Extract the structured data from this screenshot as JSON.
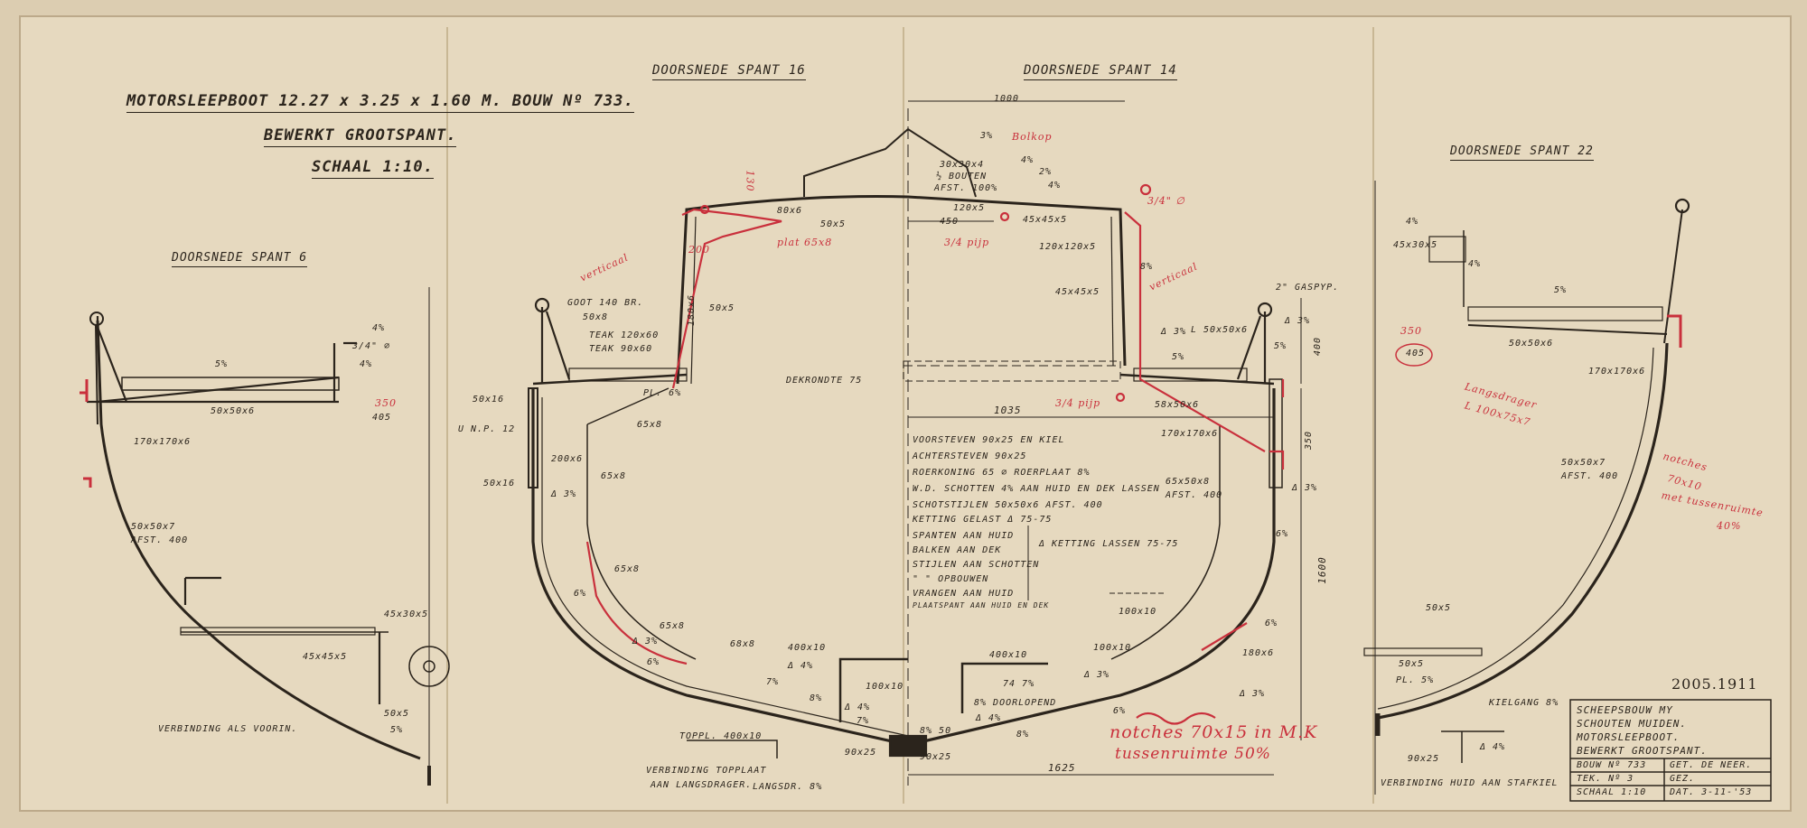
{
  "title": {
    "line1": "MOTORSLEEPBOOT 12.27 x 3.25 x 1.60 M. BOUW Nº 733.",
    "line2": "BEWERKT GROOTSPANT.",
    "line3": "SCHAAL 1:10."
  },
  "sections": {
    "spant6": "DOORSNEDE SPANT 6",
    "spant16": "DOORSNEDE SPANT 16",
    "spant14": "DOORSNEDE SPANT 14",
    "spant22": "DOORSNEDE SPANT 22"
  },
  "left_labels": {
    "l4mm": "4%",
    "l34": "3/4\" ∅",
    "l47": "4%",
    "l5": "5%",
    "l350": "350",
    "l405": "405",
    "l50x50x6": "50x50x6",
    "l170": "170x170x6",
    "l50x50x7": "50x50x7",
    "lafst": "AFST. 400",
    "l45x30": "45x30x5",
    "l45x45": "45x45x5",
    "l50x5": "50x5",
    "l5b": "5%",
    "verb": "VERBINDING ALS VOORIN."
  },
  "mid_labels": {
    "d1000": "1000",
    "d450": "450",
    "d1035": "1035",
    "d1625": "1625",
    "d1600": "1600",
    "d350": "350",
    "d400": "400",
    "bolkop": "Bolkop",
    "b3": "3%",
    "b30": "30x30x4",
    "bout": "½ BOUTEN",
    "afst100": "AFST. 100%",
    "b4": "4%",
    "b2": "2%",
    "b4b": "4%",
    "b120": "120x5",
    "b45": "45x45x5",
    "b120b": "120x120x5",
    "b34": "3/4\" ∅",
    "b34p": "3/4 pijp",
    "b80": "80x6",
    "b50x5": "50x5",
    "bplat": "plat 65x8",
    "b130": "130",
    "b200": "200",
    "b180": "180x6",
    "b50x5b": "50x5",
    "goot": "GOOT 140 BR.",
    "b50x8": "50x8",
    "teak1": "TEAK 120x60",
    "teak2": "TEAK 90x60",
    "b50x16": "50x16",
    "unp": "U N.P. 12",
    "b50x16b": "50x16",
    "pl6": "PL. 6%",
    "b65x8": "65x8",
    "b200x6": "200x6",
    "b65x8b": "65x8",
    "d3": "Δ 3%",
    "b65x8c": "65x8",
    "b6": "6%",
    "b65x8d": "65x8",
    "d3b": "Δ 3%",
    "b6b": "6%",
    "b68": "68x8",
    "b400": "400x10",
    "d4": "Δ 4%",
    "b7": "7%",
    "b8": "8%",
    "b100": "100x10",
    "d4b": "Δ 4%",
    "b7b": "7%",
    "tpl": "TOPPL. 400x10",
    "b90": "90x25",
    "b90b": "90x25",
    "bdeck": "DEKRONDTE 75",
    "v1": "VOORSTEVEN 90x25 EN KIEL",
    "v2": "ACHTERSTEVEN 90x25",
    "v3": "ROERKONING 65 ∅ ROERPLAAT 8%",
    "v4": "W.D. SCHOTTEN 4% AAN HUID EN DEK LASSEN",
    "v5": "SCHOTSTIJLEN 50x50x6 AFST. 400",
    "v6": "KETTING GELAST Δ 75-75",
    "s1": "SPANTEN AAN HUID",
    "s2": "BALKEN AAN DEK",
    "s3": "STIJLEN AAN SCHOTTEN",
    "s4": "\" \" OPBOUWEN",
    "s5": "VRANGEN AAN HUID",
    "s6": "PLAATSPANT AAN HUID EN DEK",
    "ketting": "Δ KETTING LASSEN 75-75",
    "r400": "400x10",
    "r100": "100x10",
    "rd3": "Δ 3%",
    "r74": "74 7%",
    "r8": "8%",
    "rdoor": "8% DOORLOPEND",
    "r8b": "8%",
    "rd4": "Δ 4%",
    "rd3b": "Δ 3%",
    "r6": "6%",
    "r6b": "6%",
    "r6c": "6%",
    "r180": "180x6",
    "rd3c": "Δ 3%",
    "r100x10": "100x10",
    "rgas": "2\" GASPYP.",
    "r3": "Δ 3%",
    "r5": "5%",
    "r50x50": "L 50x50x6",
    "r5b": "5%",
    "r45": "45x45x5",
    "r58": "58x50x6",
    "r170": "170x170x6",
    "r65": "65x50x8",
    "rafst": "AFST. 400",
    "rd3d": "Δ 3%",
    "r34p": "3/4 pijp",
    "r34": "3/4\" ∅",
    "rvert": "verticaal",
    "lvert": "verticaal",
    "note1": "notches 70x15 in M.K",
    "note2": "tussenruimte 50%",
    "ver1": "VERBINDING TOPPLAAT",
    "ver2": "AAN LANGSDRAGER.",
    "langsdr": "LANGSDR. 8%",
    "r1d": "8% 50"
  },
  "right_labels": {
    "r4": "4%",
    "r45x30": "45x30x5",
    "r4b": "4%",
    "r5": "5%",
    "r350": "350",
    "r405": "405",
    "r50x50": "50x50x6",
    "r170": "170x170x6",
    "r50x50x7": "50x50x7",
    "rafst": "AFST. 400",
    "r50x5": "50x5",
    "r50x5b": "50x5",
    "rpl": "PL. 5%",
    "kiel": "KIELGANG 8%",
    "r4c": "Δ 4%",
    "r90": "90x25",
    "verb": "VERBINDING HUID AAN STAFKIEL",
    "langs1": "Langsdrager",
    "langs2": "L 100x75x7",
    "n1": "notches",
    "n2": "70x10",
    "n3": "met tussenruimte",
    "n4": "40%"
  },
  "stamp": "2005.1911",
  "titleblock": {
    "row1": "SCHEEPSBOUW MY",
    "row2": "SCHOUTEN MUIDEN.",
    "row3": "MOTORSLEEPBOOT.",
    "row4": "BEWERKT GROOTSPANT.",
    "row5a": "BOUW Nº 733",
    "row5b": "GET. DE NEER.",
    "row6a": "TEK. Nº 3",
    "row6b": "GEZ.",
    "row7a": "SCHAAL 1:10",
    "row7b": "DAT. 3-11-'53"
  },
  "colors": {
    "paper": "#d9cbb0",
    "ink": "#2b241c",
    "redline": "#c9303c"
  }
}
